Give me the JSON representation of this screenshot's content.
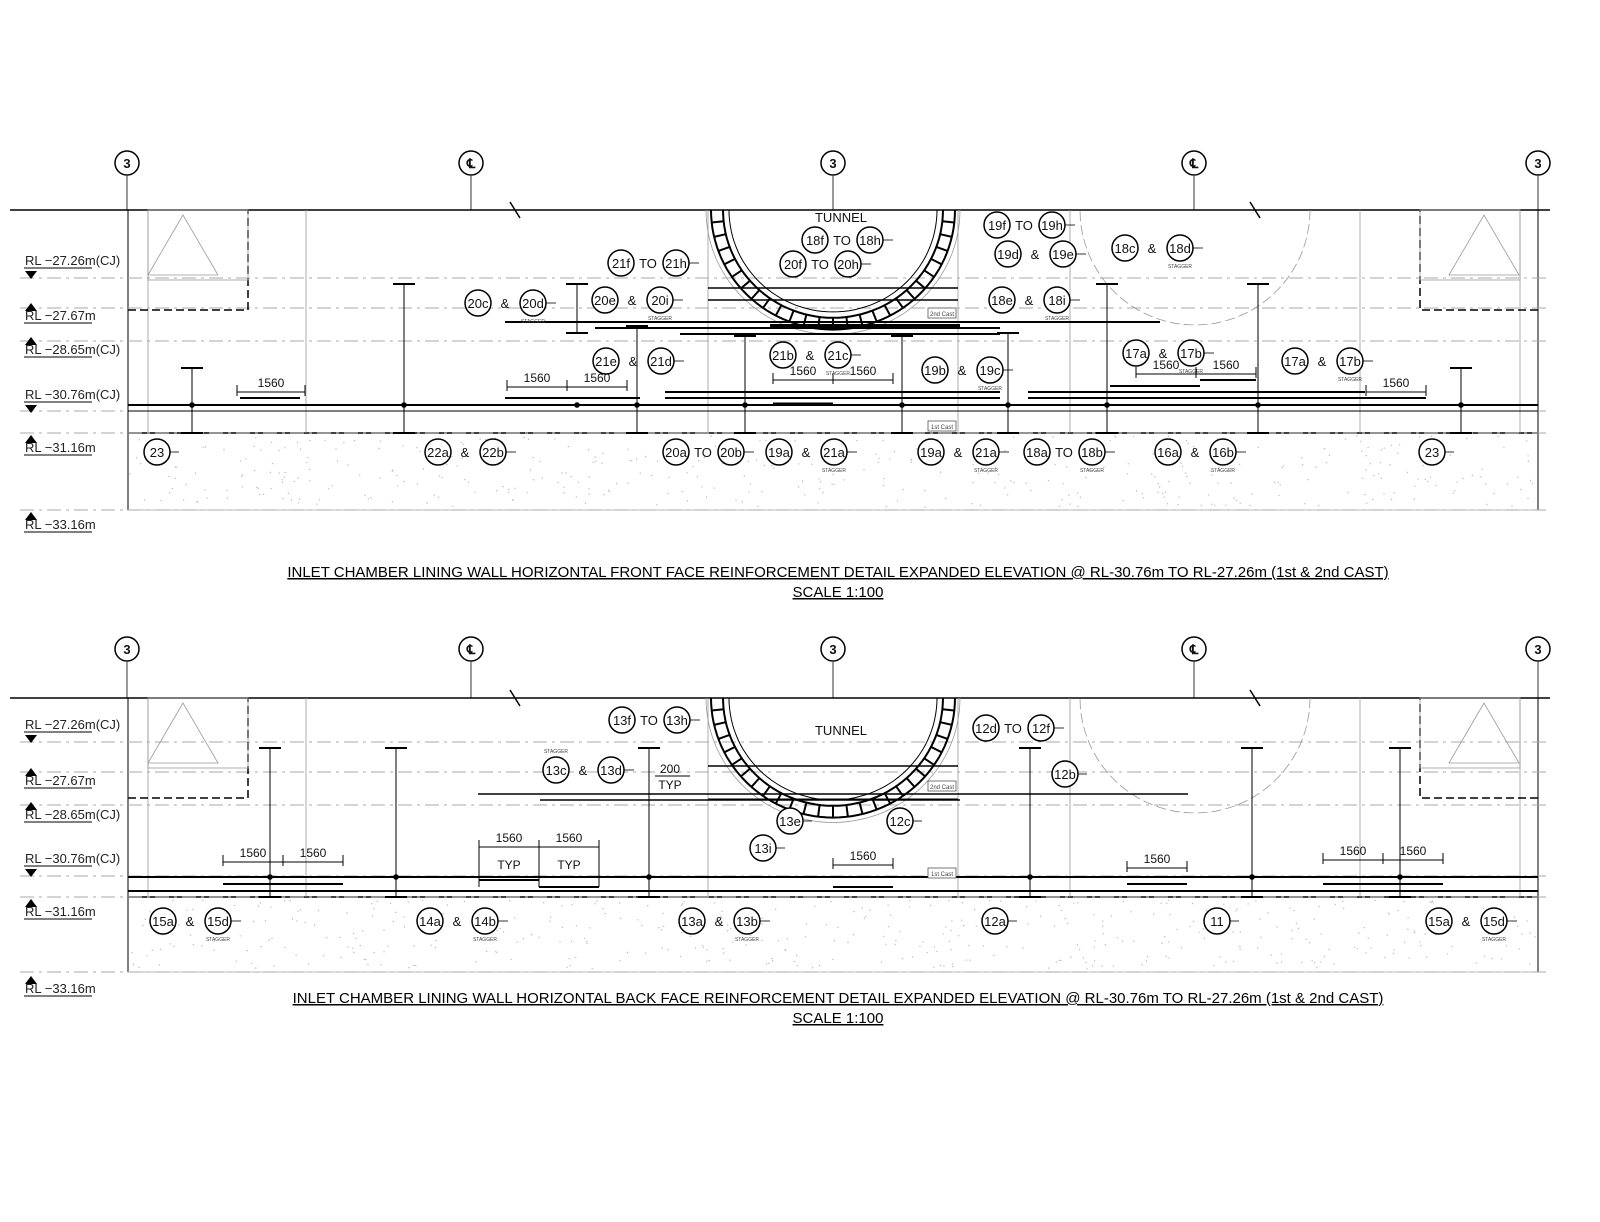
{
  "grid_bubbles": [
    "3",
    "℄",
    "3",
    "℄",
    "3"
  ],
  "stagger_label": "STAGGER",
  "panels": [
    {
      "title": "INLET CHAMBER LINING WALL HORIZONTAL FRONT FACE REINFORCEMENT DETAIL EXPANDED ELEVATION @ RL-30.76m TO RL-27.26m (1st & 2nd CAST)",
      "scale": "SCALE 1:100",
      "tunnel_label": "TUNNEL",
      "cast_labels": [
        "2nd Cast",
        "1st Cast"
      ],
      "levels": [
        "RL −27.26m(CJ)",
        "RL −27.67m",
        "RL −28.65m(CJ)",
        "RL −30.76m(CJ)",
        "RL −31.16m",
        "RL −33.16m"
      ],
      "dims": [
        "1560",
        "1560",
        "1560",
        "1560",
        "1560",
        "1560",
        "1560",
        "1560"
      ],
      "bar_marks": [
        {
          "a": "23"
        },
        {
          "a": "22a",
          "sep": "&",
          "b": "22b"
        },
        {
          "a": "20a",
          "sep": "TO",
          "b": "20b"
        },
        {
          "a": "19a",
          "sep": "&",
          "b": "21a",
          "stagger": true
        },
        {
          "a": "19a",
          "sep": "&",
          "b": "21a",
          "stagger": true
        },
        {
          "a": "18a",
          "sep": "TO",
          "b": "18b",
          "stagger": true
        },
        {
          "a": "16a",
          "sep": "&",
          "b": "16b",
          "stagger": true
        },
        {
          "a": "23"
        },
        {
          "a": "21e",
          "sep": "&",
          "b": "21d"
        },
        {
          "a": "21b",
          "sep": "&",
          "b": "21c",
          "stagger": true
        },
        {
          "a": "19b",
          "sep": "&",
          "b": "19c",
          "stagger": true
        },
        {
          "a": "17a",
          "sep": "&",
          "b": "17b",
          "stagger": true
        },
        {
          "a": "17a",
          "sep": "&",
          "b": "17b",
          "stagger": true
        },
        {
          "a": "20c",
          "sep": "&",
          "b": "20d",
          "stagger": true
        },
        {
          "a": "20e",
          "sep": "&",
          "b": "20i",
          "stagger": true
        },
        {
          "a": "18e",
          "sep": "&",
          "b": "18i",
          "stagger": true
        },
        {
          "a": "21f",
          "sep": "TO",
          "b": "21h"
        },
        {
          "a": "20f",
          "sep": "TO",
          "b": "20h"
        },
        {
          "a": "18f",
          "sep": "TO",
          "b": "18h"
        },
        {
          "a": "19f",
          "sep": "TO",
          "b": "19h"
        },
        {
          "a": "19d",
          "sep": "&",
          "b": "19e"
        },
        {
          "a": "18c",
          "sep": "&",
          "b": "18d",
          "stagger": true
        }
      ]
    },
    {
      "title": "INLET CHAMBER LINING WALL HORIZONTAL BACK FACE REINFORCEMENT DETAIL EXPANDED ELEVATION @ RL-30.76m TO RL-27.26m (1st & 2nd CAST)",
      "scale": "SCALE 1:100",
      "tunnel_label": "TUNNEL",
      "cast_labels": [
        "2nd Cast",
        "1st Cast"
      ],
      "levels": [
        "RL −27.26m(CJ)",
        "RL −27.67m",
        "RL −28.65m(CJ)",
        "RL −30.76m(CJ)",
        "RL −31.16m",
        "RL −33.16m"
      ],
      "dims": [
        "1560",
        "1560",
        "1560",
        "1560",
        "1560",
        "1560",
        "1560",
        "1560"
      ],
      "typ_label": "TYP",
      "spacing_dim": "200",
      "bar_marks": [
        {
          "a": "15a",
          "sep": "&",
          "b": "15d",
          "stagger": true
        },
        {
          "a": "14a",
          "sep": "&",
          "b": "14b",
          "stagger": true
        },
        {
          "a": "13a",
          "sep": "&",
          "b": "13b",
          "stagger": true
        },
        {
          "a": "12a"
        },
        {
          "a": "11"
        },
        {
          "a": "15a",
          "sep": "&",
          "b": "15d",
          "stagger": true
        },
        {
          "a": "13f",
          "sep": "TO",
          "b": "13h"
        },
        {
          "a": "13c",
          "sep": "&",
          "b": "13d",
          "stagger": true
        },
        {
          "a": "12d",
          "sep": "TO",
          "b": "12f"
        },
        {
          "a": "12b"
        },
        {
          "a": "13e"
        },
        {
          "a": "12c"
        },
        {
          "a": "13i"
        }
      ]
    }
  ]
}
